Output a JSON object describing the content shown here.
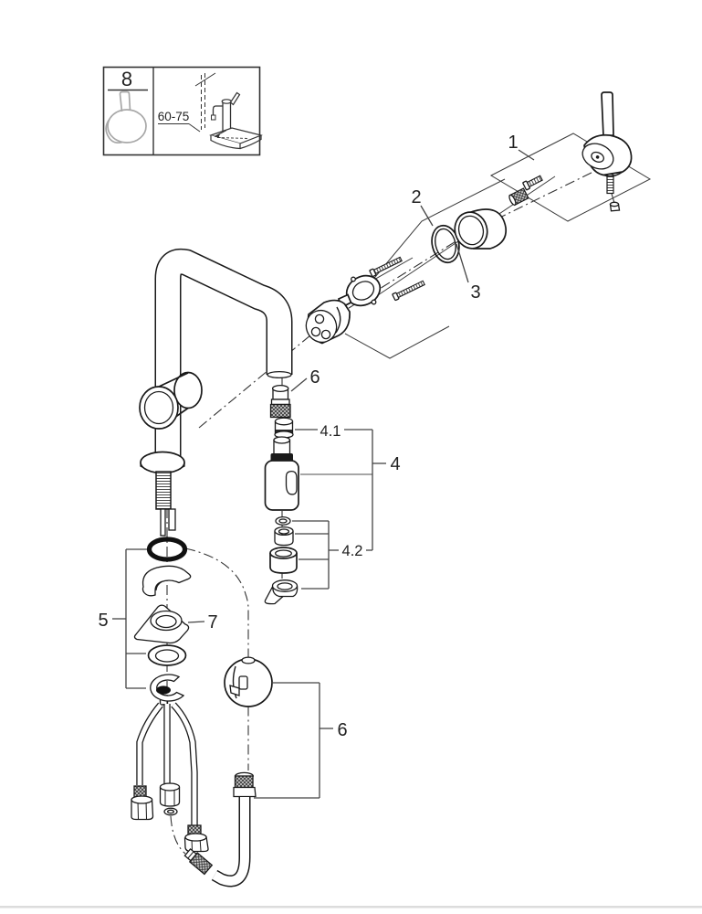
{
  "page": {
    "kind": "exploded-parts-diagram",
    "subject": "single-lever pull-out kitchen faucet",
    "background": "#ffffff",
    "line_color": "#1a1a1a",
    "footer_rule_color": "#dcdcdc"
  },
  "inset": {
    "number": "8",
    "dimension": "60-75"
  },
  "callouts": {
    "handle": "1",
    "trim_cap": "2",
    "mounting_set": "3",
    "spray_head": "4",
    "check_valve": "4.1",
    "seal_kit": "4.2",
    "fixing_kit": "5",
    "outlet_connector": "6",
    "hose_assembly": "6",
    "stabilizer_bracket": "7"
  }
}
